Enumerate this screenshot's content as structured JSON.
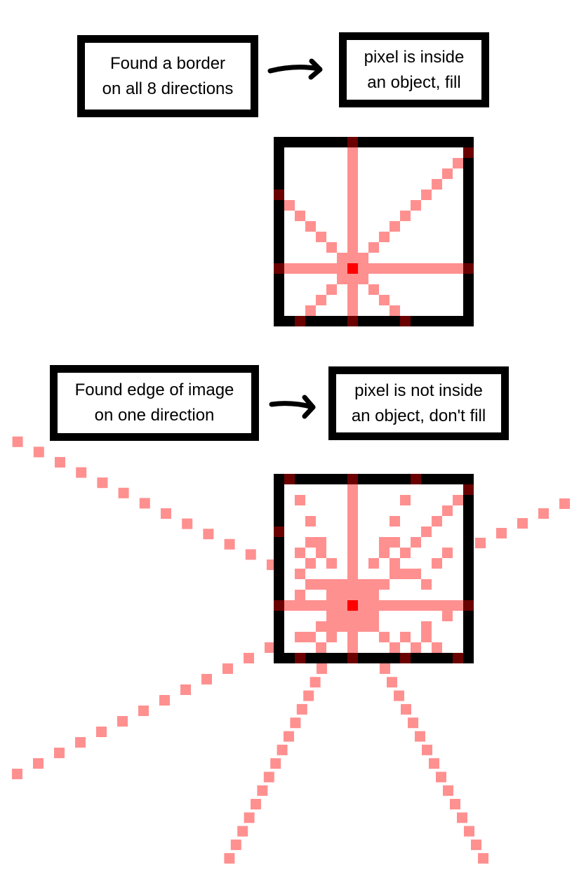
{
  "scenario_1": {
    "condition_text": "Found a border\non all 8 directions",
    "result_text": "pixel is inside\nan object, fill"
  },
  "scenario_2": {
    "condition_text": "Found edge of image\non one direction",
    "result_text": "pixel is not inside\nan object, don't fill"
  },
  "colors": {
    "border": "#000000",
    "ray": "#ff9090",
    "hit": "#6b0000",
    "center": "#ff0000"
  }
}
